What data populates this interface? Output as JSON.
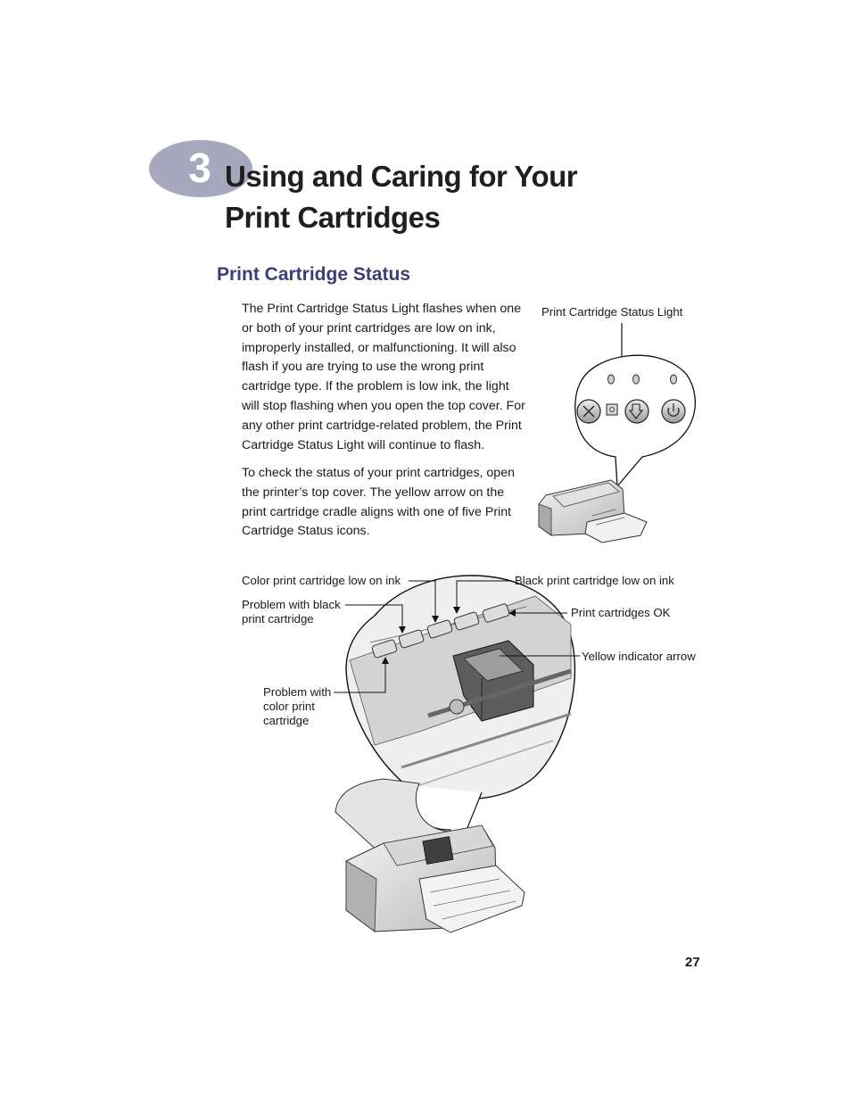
{
  "chapter": {
    "number": "3",
    "title_line1": "Using and Caring for Your",
    "title_line2": "Print Cartridges"
  },
  "section": {
    "heading": "Print Cartridge Status",
    "paragraphs": [
      "The Print Cartridge Status Light flashes when one or both of your print cartridges are low on ink, improperly installed, or malfunctioning. It will also flash if you are trying to use the wrong print cartridge type. If the problem is low ink, the light will stop flashing when you open the top cover. For any other print cartridge-related problem, the Print Cartridge Status Light will continue to flash.",
      "To check the status of your print cartridges, open the printer’s top cover. The yellow arrow on the print cartridge cradle aligns with one of five Print Cartridge Status icons."
    ]
  },
  "figure1": {
    "callout": "Print Cartridge Status Light"
  },
  "figure2": {
    "callouts": {
      "color_low": "Color print cartridge low on ink",
      "problem_black": "Problem with black\nprint cartridge",
      "problem_color": "Problem with\ncolor print\ncartridge",
      "black_low": "Black print cartridge low on ink",
      "cartridges_ok": "Print cartridges OK",
      "yellow_arrow": "Yellow indicator arrow"
    }
  },
  "page_number": "27"
}
